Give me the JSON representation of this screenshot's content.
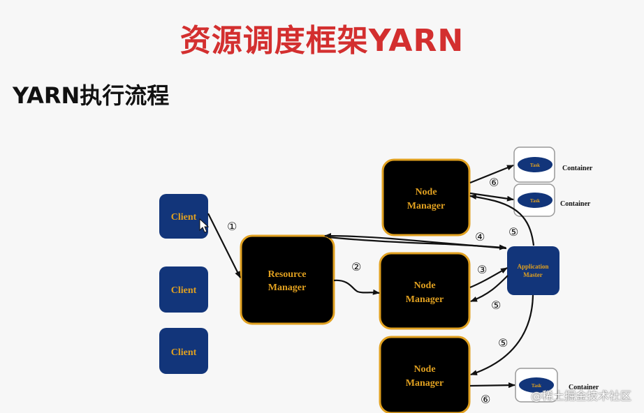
{
  "slide": {
    "title": "资源调度框架YARN",
    "section_title": "YARN执行流程"
  },
  "diagram": {
    "clients": [
      "Client",
      "Client",
      "Client"
    ],
    "resource_manager": [
      "Resource",
      "Manager"
    ],
    "node_managers": [
      [
        "Node",
        "Manager"
      ],
      [
        "Node",
        "Manager"
      ],
      [
        "Node",
        "Manager"
      ]
    ],
    "application_master": [
      "Application",
      "Master"
    ],
    "tasks": [
      "Task",
      "Task",
      "Task"
    ],
    "containers": [
      "Container",
      "Container",
      "Container"
    ],
    "steps": [
      "①",
      "②",
      "③",
      "④",
      "⑤",
      "⑤",
      "⑤",
      "⑥",
      "⑥"
    ]
  },
  "watermark": "@稀土掘金技术社区",
  "colors": {
    "title_red": "#d32f2f",
    "client_blue": "#12357a",
    "box_text_gold": "#e0a020",
    "manager_border": "#e0a020",
    "manager_fill": "#000000"
  }
}
